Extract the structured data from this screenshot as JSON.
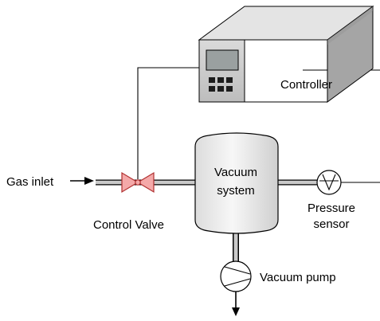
{
  "labels": {
    "controller": "Controller",
    "gas_inlet": "Gas inlet",
    "control_valve": "Control Valve",
    "vacuum_system_line1": "Vacuum",
    "vacuum_system_line2": "system",
    "pressure_sensor_line1": "Pressure",
    "pressure_sensor_line2": "sensor",
    "vacuum_pump": "Vacuum pump"
  },
  "icons": {
    "controller": "controller-unit-icon",
    "valve": "control-valve-icon",
    "chamber": "vacuum-chamber-icon",
    "sensor": "pressure-sensor-icon",
    "pump": "vacuum-pump-icon",
    "inlet_arrow": "arrow-right-icon",
    "exhaust_arrow": "arrow-down-icon"
  },
  "colors": {
    "valve_fill": "#f4a9a9",
    "valve_stroke": "#b03030",
    "pipe_fill": "#c9c9c9",
    "line": "#000000",
    "housing_top": "#e2e2e2",
    "housing_side": "#a8a8a8",
    "housing_front": "#cfcfcf",
    "display": "#9aa0a0"
  }
}
